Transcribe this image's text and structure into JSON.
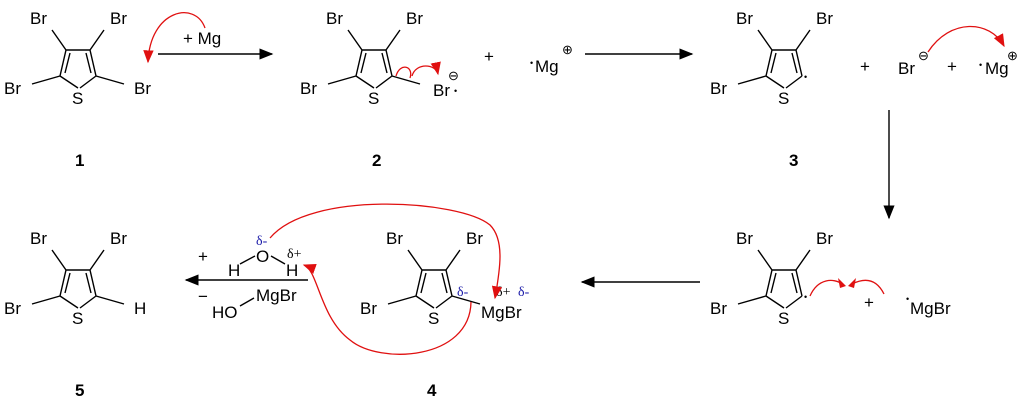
{
  "atoms": {
    "br": "Br",
    "s": "S",
    "h": "H",
    "o": "O",
    "mg": "Mg",
    "mgbr": "MgBr",
    "ho": "HO",
    "plus": "+",
    "minus": "−",
    "dot": "•"
  },
  "compounds": [
    "1",
    "2",
    "3",
    "4",
    "5"
  ],
  "reagents": {
    "step1": "+ Mg",
    "minus_sign": "−"
  },
  "charges": {
    "neg": "⊖",
    "pos": "⊕",
    "delta_minus": "δ-",
    "delta_plus": "δ+"
  },
  "colors": {
    "arrow": "#e01010",
    "delta": "#1a1aa8"
  }
}
